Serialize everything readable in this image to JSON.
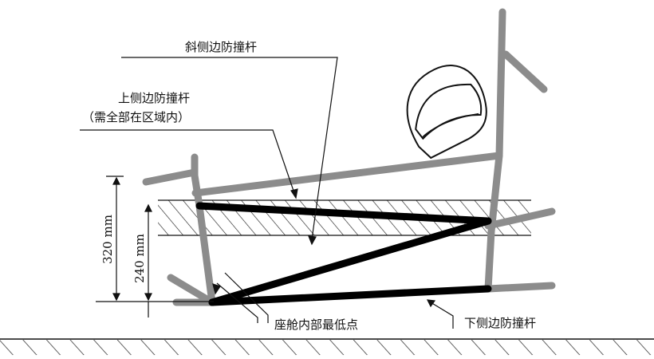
{
  "labels": {
    "diagonal_bar": "斜侧边防撞杆",
    "upper_bar": "上侧边防撞杆",
    "upper_bar_note": "（需全部在区域内）",
    "lower_bar": "下侧边防撞杆",
    "cockpit_low_point": "座舱内部最低点"
  },
  "dimensions": {
    "zone_top": "320 mm",
    "zone_bottom": "240 mm"
  },
  "colors": {
    "frame_tube": "#8c8c8c",
    "impact_bar": "#000000",
    "line": "#111111",
    "hatch": "#222222"
  },
  "icons": {
    "helmet": "helmet-icon",
    "ground": "ground-hatch"
  }
}
